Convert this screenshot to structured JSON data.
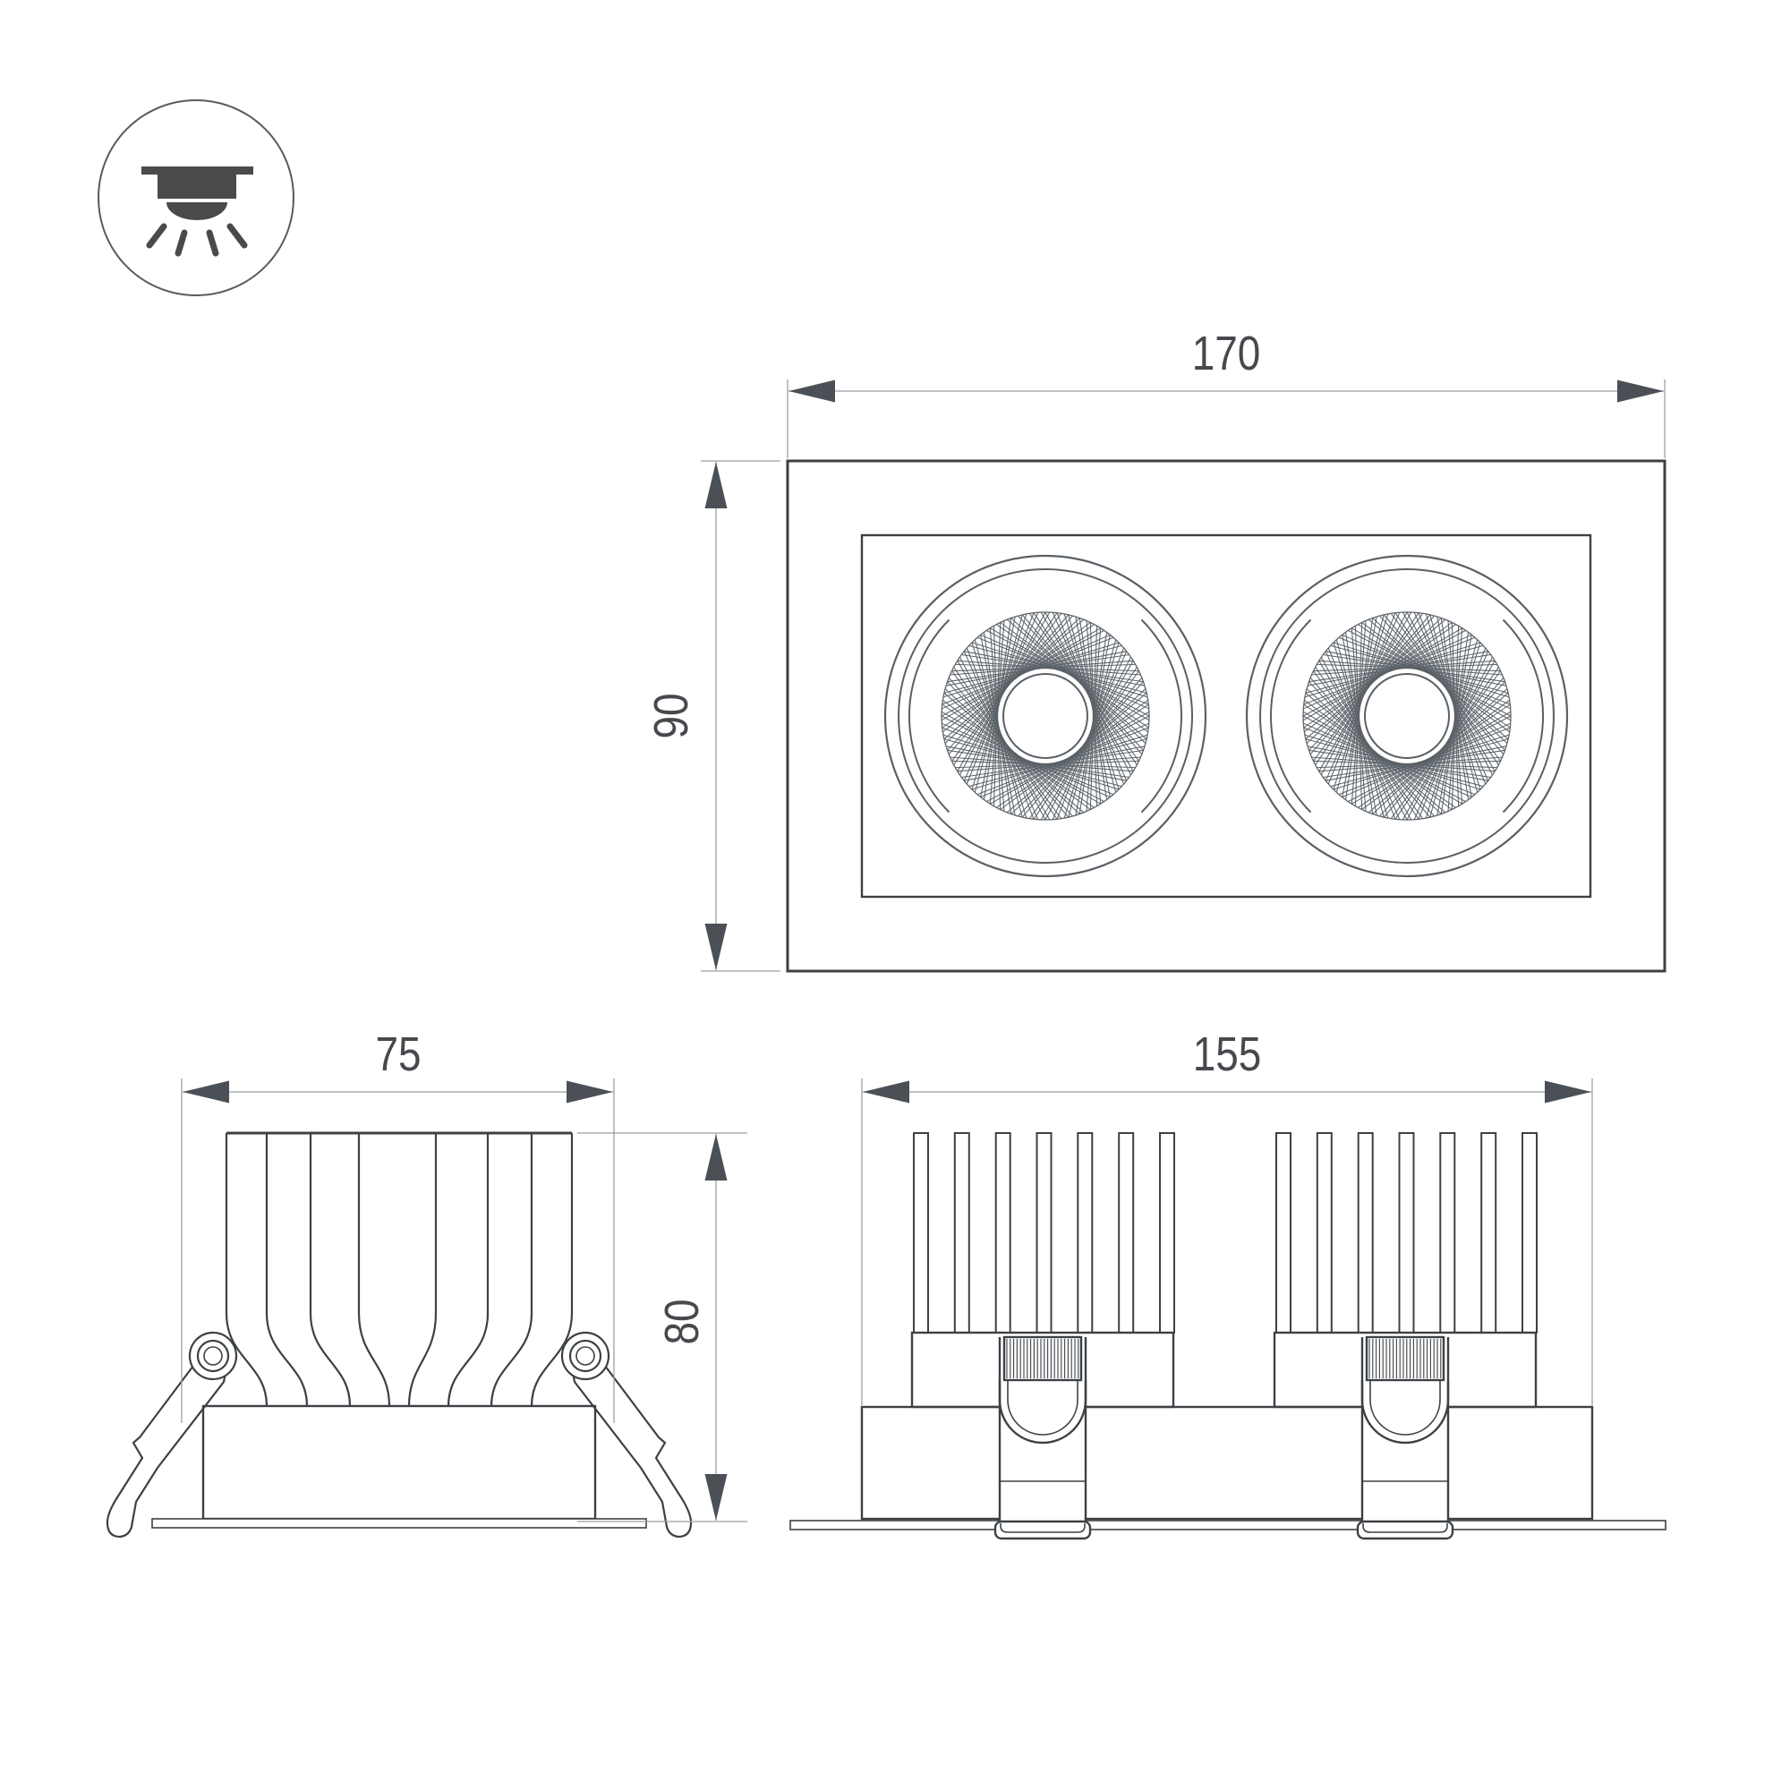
{
  "icon": {
    "name": "recessed-downlight"
  },
  "dimensions": {
    "front_width": "170",
    "front_height": "90",
    "side_width": "75",
    "side_height": "80",
    "bottom_width": "155"
  },
  "colors": {
    "outline": "#3c4145",
    "lamp_outline": "#596066",
    "dimension_line": "#9ba0a3",
    "dimension_text": "#46494d",
    "icon_glyph": "#4a4a4a",
    "background": "#ffffff"
  }
}
